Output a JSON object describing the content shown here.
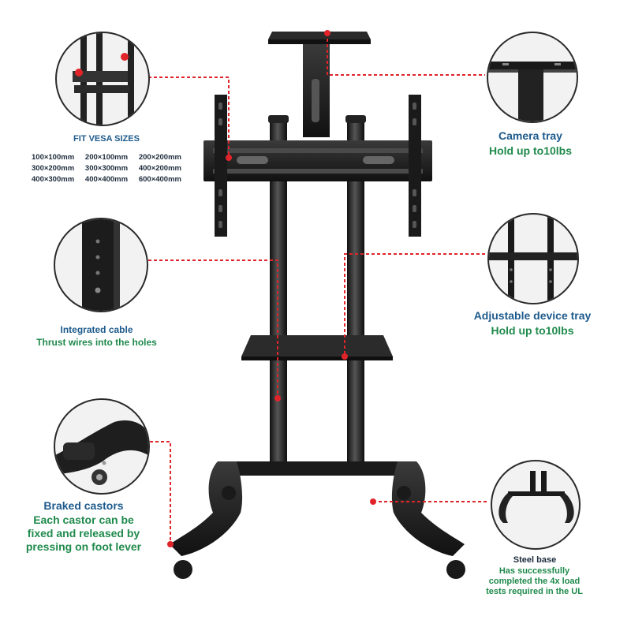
{
  "vesa": {
    "title": "FIT VESA SIZES",
    "sizes": [
      [
        "100×100mm",
        "200×100mm",
        "200×200mm"
      ],
      [
        "300×200mm",
        "300×300mm",
        "400×200mm"
      ],
      [
        "400×300mm",
        "400×400mm",
        "600×400mm"
      ]
    ]
  },
  "camera_tray": {
    "title": "Camera tray",
    "subtitle": "Hold up to10lbs"
  },
  "device_tray": {
    "title": "Adjustable device tray",
    "subtitle": "Hold up to10lbs"
  },
  "cable": {
    "title": "Integrated cable",
    "subtitle": "Thrust wires into the holes"
  },
  "castors": {
    "title": "Braked castors",
    "line1": "Each castor can be",
    "line2": "fixed and released by",
    "line3": "pressing on foot lever"
  },
  "base": {
    "title": "Steel base",
    "line1": "Has successfully",
    "line2": "completed the 4x load",
    "line3": "tests required in the UL"
  },
  "colors": {
    "accent_red": "#e0242a",
    "blue_text": "#1d5a8c",
    "green_text": "#1f8a4c",
    "stand_black": "#1e1e1e"
  }
}
